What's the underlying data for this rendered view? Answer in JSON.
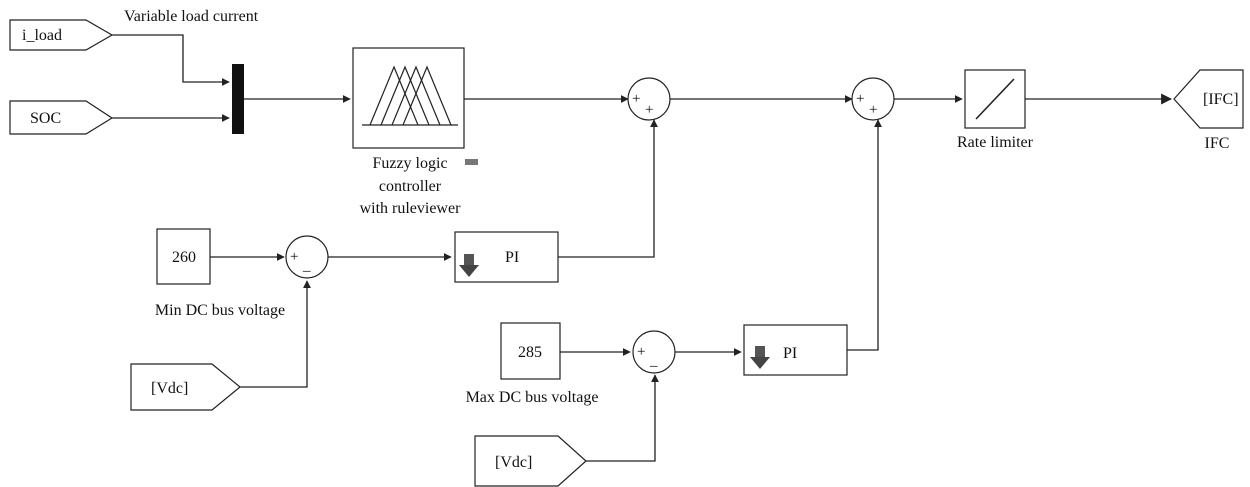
{
  "goto_tags": {
    "i_load": "i_load",
    "soc": "SOC",
    "vdc_1": "[Vdc]",
    "vdc_2": "[Vdc]"
  },
  "labels": {
    "variable_load_current": "Variable load current",
    "fuzzy_line1": "Fuzzy logic",
    "fuzzy_line2": "controller",
    "fuzzy_line3": "with ruleviewer",
    "rate_limiter": "Rate limiter",
    "output_name": "IFC",
    "min_dc": "Min DC bus voltage",
    "max_dc": "Max DC bus voltage"
  },
  "constants": {
    "min_value": "260",
    "max_value": "285"
  },
  "controllers": {
    "pi_1": "PI",
    "pi_2": "PI"
  },
  "output_tag": "[IFC]",
  "sum_signs": {
    "plus": "+",
    "minus": "_"
  }
}
